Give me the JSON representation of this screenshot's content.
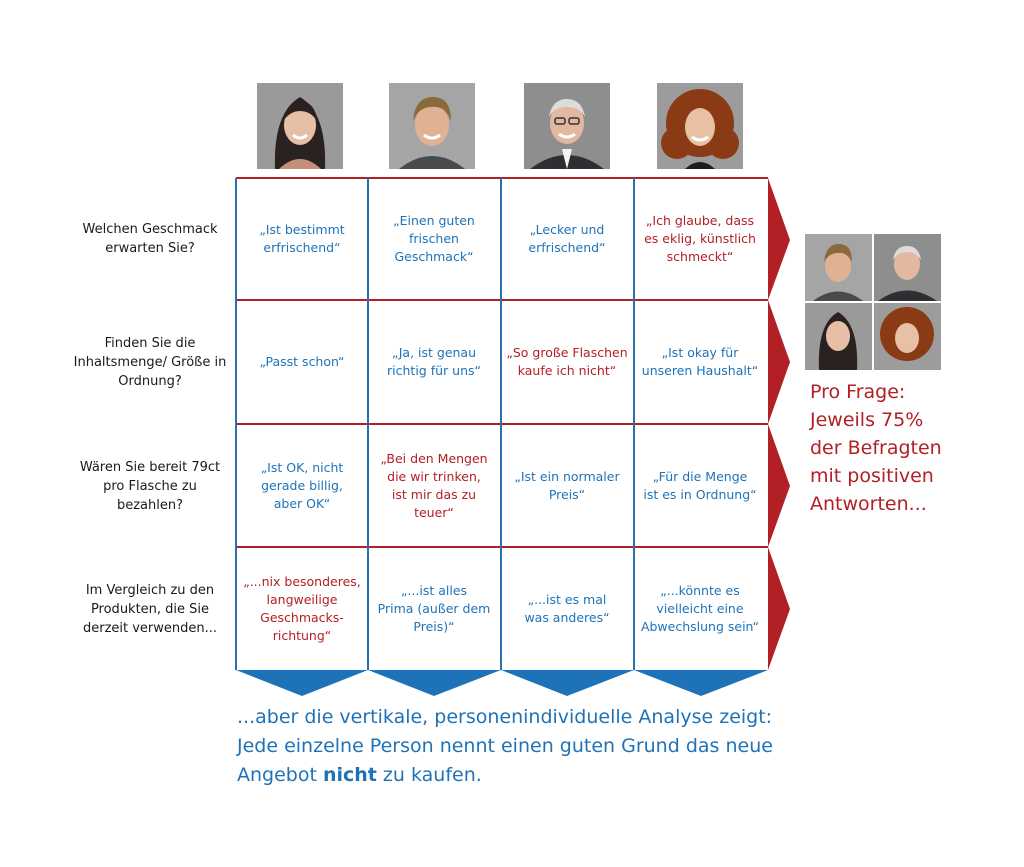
{
  "questions": [
    "Welchen Geschmack erwarten Sie?",
    "Finden Sie die Inhaltsmenge/ Größe in Ordnung?",
    "Wären Sie bereit 79ct pro Flasche zu bezahlen?",
    "Im Vergleich zu den Produkten, die Sie derzeit verwenden..."
  ],
  "answers": [
    [
      {
        "text": "„Ist bestimmt\nerfrischend“",
        "sentiment": "positive"
      },
      {
        "text": "„Einen guten\nfrischen\nGeschmack“",
        "sentiment": "positive"
      },
      {
        "text": "„Lecker und\nerfrischend“",
        "sentiment": "positive"
      },
      {
        "text": "„Ich glaube, dass\nes eklig, künstlich\nschmeckt“",
        "sentiment": "negative"
      }
    ],
    [
      {
        "text": "„Passt schon“",
        "sentiment": "positive"
      },
      {
        "text": "„Ja, ist genau\nrichtig für uns“",
        "sentiment": "positive"
      },
      {
        "text": "„So große Flaschen\nkaufe ich nicht“",
        "sentiment": "negative"
      },
      {
        "text": "„Ist okay für\nunseren Haushalt“",
        "sentiment": "positive"
      }
    ],
    [
      {
        "text": "„Ist OK, nicht\ngerade billig,\naber OK“",
        "sentiment": "positive"
      },
      {
        "text": "„Bei den Mengen\ndie wir trinken,\nist mir das zu teuer“",
        "sentiment": "negative"
      },
      {
        "text": "„Ist ein normaler\nPreis“",
        "sentiment": "positive"
      },
      {
        "text": "„Für die Menge\nist es in Ordnung“",
        "sentiment": "positive"
      }
    ],
    [
      {
        "text": "„...nix besonderes,\nlangweilige\nGeschmacks-\nrichtung“",
        "sentiment": "negative"
      },
      {
        "text": "„...ist alles\nPrima (außer dem\nPreis)“",
        "sentiment": "positive"
      },
      {
        "text": "„...ist es mal\nwas anderes“",
        "sentiment": "positive"
      },
      {
        "text": "„...könnte es\nvielleicht eine\nAbwechslung sein“",
        "sentiment": "positive"
      }
    ]
  ],
  "conclusion_right": [
    "Pro Frage:",
    "Jeweils 75%",
    "der Befragten",
    "mit positiven",
    "Antworten..."
  ],
  "conclusion_bottom": {
    "line1": "...aber die vertikale, personenindividuelle Analyse zeigt:",
    "line2": "Jede einzelne Person nennt einen guten Grund das neue",
    "line3_pre": "Angebot ",
    "line3_bold": "nicht",
    "line3_post": " zu kaufen."
  },
  "colors": {
    "positive": "#1e73b8",
    "negative": "#b21f24",
    "grid_blue": "#2a6fae",
    "grid_red": "#b21f24"
  },
  "icons": [
    "person-photo-woman-dark-hair",
    "person-photo-young-man",
    "person-photo-senior-man",
    "person-photo-woman-curly-hair"
  ]
}
